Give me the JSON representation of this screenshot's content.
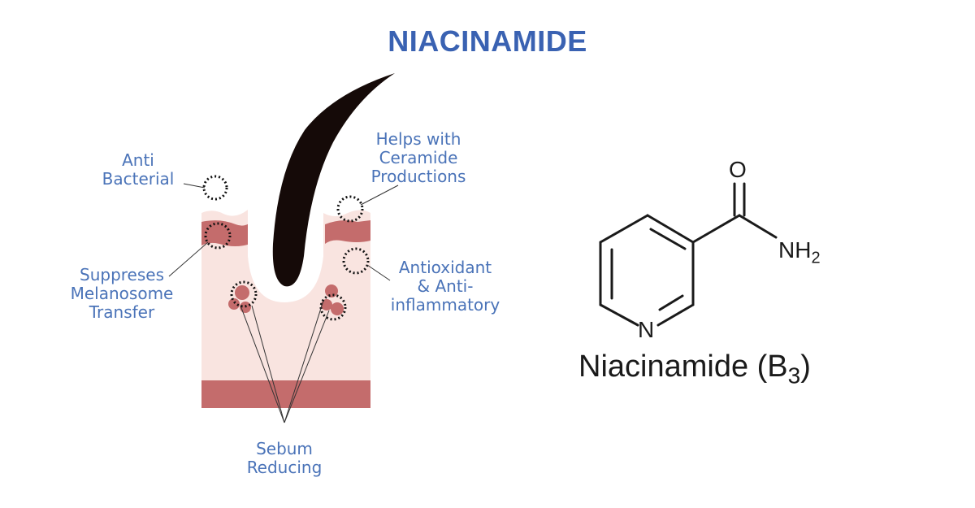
{
  "title": "NIACINAMIDE",
  "colors": {
    "title": "#3a62b2",
    "label": "#4a73b8",
    "skin_light": "#f9e4e0",
    "skin_dark": "#c46c6c",
    "hair": "#150a08",
    "structure": "#1a1a1a"
  },
  "labels": {
    "anti_bacterial": [
      "Anti",
      "Bacterial"
    ],
    "ceramide": [
      "Helps with",
      "Ceramide",
      "Productions"
    ],
    "melanosome": [
      "Suppreses",
      "Melanosome",
      "Transfer"
    ],
    "antioxidant": [
      "Antioxidant",
      "& Anti-",
      "inflammatory"
    ],
    "sebum": [
      "Sebum",
      "Reducing"
    ]
  },
  "molecule": {
    "o_atom": "O",
    "n_atom": "N",
    "nh2_main": "NH",
    "nh2_sub": "2",
    "caption_main": "Niacinamide (B",
    "caption_sub": "3",
    "caption_close": ")"
  }
}
